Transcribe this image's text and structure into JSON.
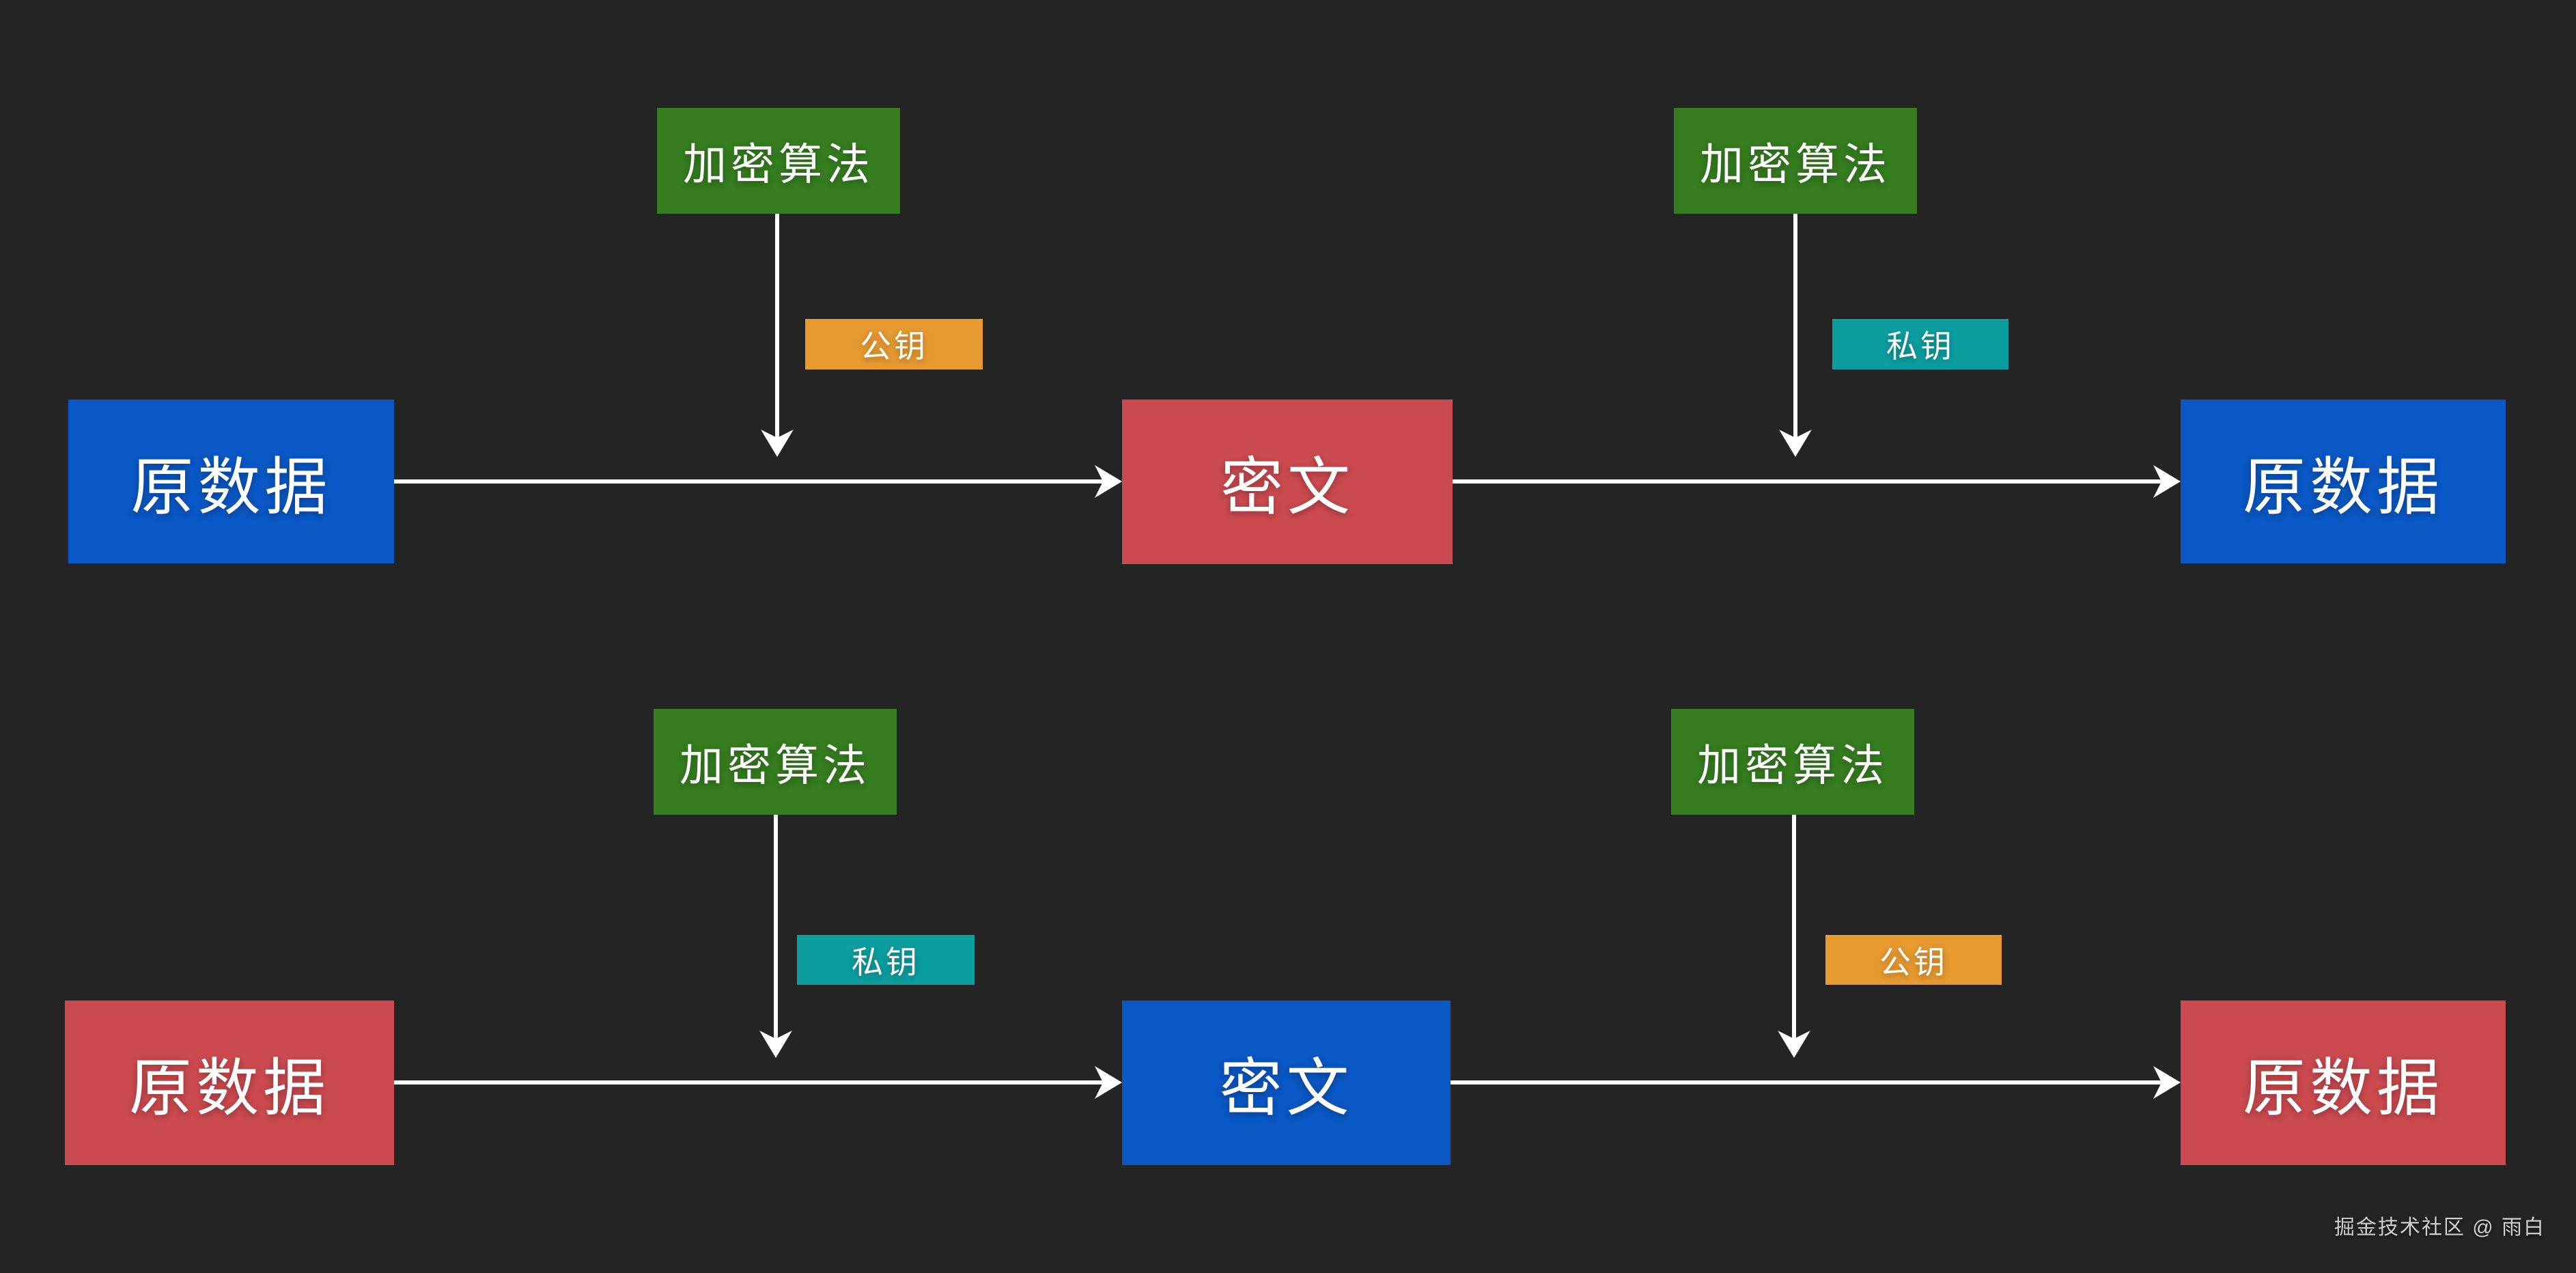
{
  "colors": {
    "background": "#242424",
    "blue": "#0a58c5",
    "red": "#cb4a4f",
    "green": "#357d1f",
    "orange": "#e79a2f",
    "teal": "#0c9e9f",
    "line": "#ffffff"
  },
  "flows": [
    {
      "source": "原数据",
      "source_color": "blue",
      "encrypt_algorithm": "加密算法",
      "algorithm_color": "green",
      "encrypt_key": "公钥",
      "encrypt_key_color": "orange",
      "cipher": "密文",
      "cipher_color": "red",
      "decrypt_algorithm": "加密算法",
      "decrypt_key": "私钥",
      "decrypt_key_color": "teal",
      "target": "原数据",
      "target_color": "blue"
    },
    {
      "source": "原数据",
      "source_color": "red",
      "encrypt_algorithm": "加密算法",
      "algorithm_color": "green",
      "encrypt_key": "私钥",
      "encrypt_key_color": "teal",
      "cipher": "密文",
      "cipher_color": "blue",
      "decrypt_algorithm": "加密算法",
      "decrypt_key": "公钥",
      "decrypt_key_color": "orange",
      "target": "原数据",
      "target_color": "red"
    }
  ],
  "watermark": {
    "text": "掘金技术社区 @ 雨白"
  }
}
